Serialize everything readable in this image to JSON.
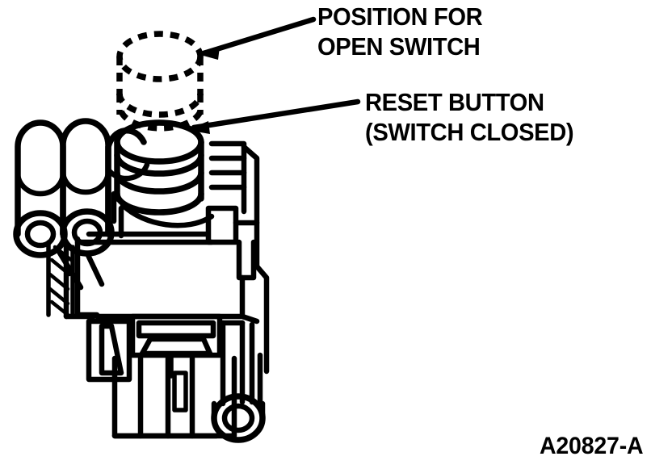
{
  "figure": {
    "type": "technical-line-diagram",
    "subject": "fuel pump inertia switch assembly",
    "background_color": "#ffffff",
    "line_color": "#000000",
    "callouts": [
      {
        "id": "open-switch",
        "line1": "POSITION FOR",
        "line2": "OPEN SWITCH",
        "leader_from": [
          388,
          24
        ],
        "leader_to": [
          245,
          69
        ],
        "points_at": "dashed-open-position-button"
      },
      {
        "id": "reset-button",
        "line1": "RESET BUTTON",
        "line2": "(SWITCH CLOSED)",
        "leader_from": [
          443,
          126
        ],
        "leader_to": [
          231,
          161
        ],
        "points_at": "solid-reset-button"
      }
    ],
    "part_number": "A20827-A",
    "components": [
      "dashed-open-position-button",
      "solid-reset-button",
      "cylinder-tube-cluster",
      "main-housing-body",
      "electrical-connector",
      "mounting-bolt-hole"
    ]
  }
}
